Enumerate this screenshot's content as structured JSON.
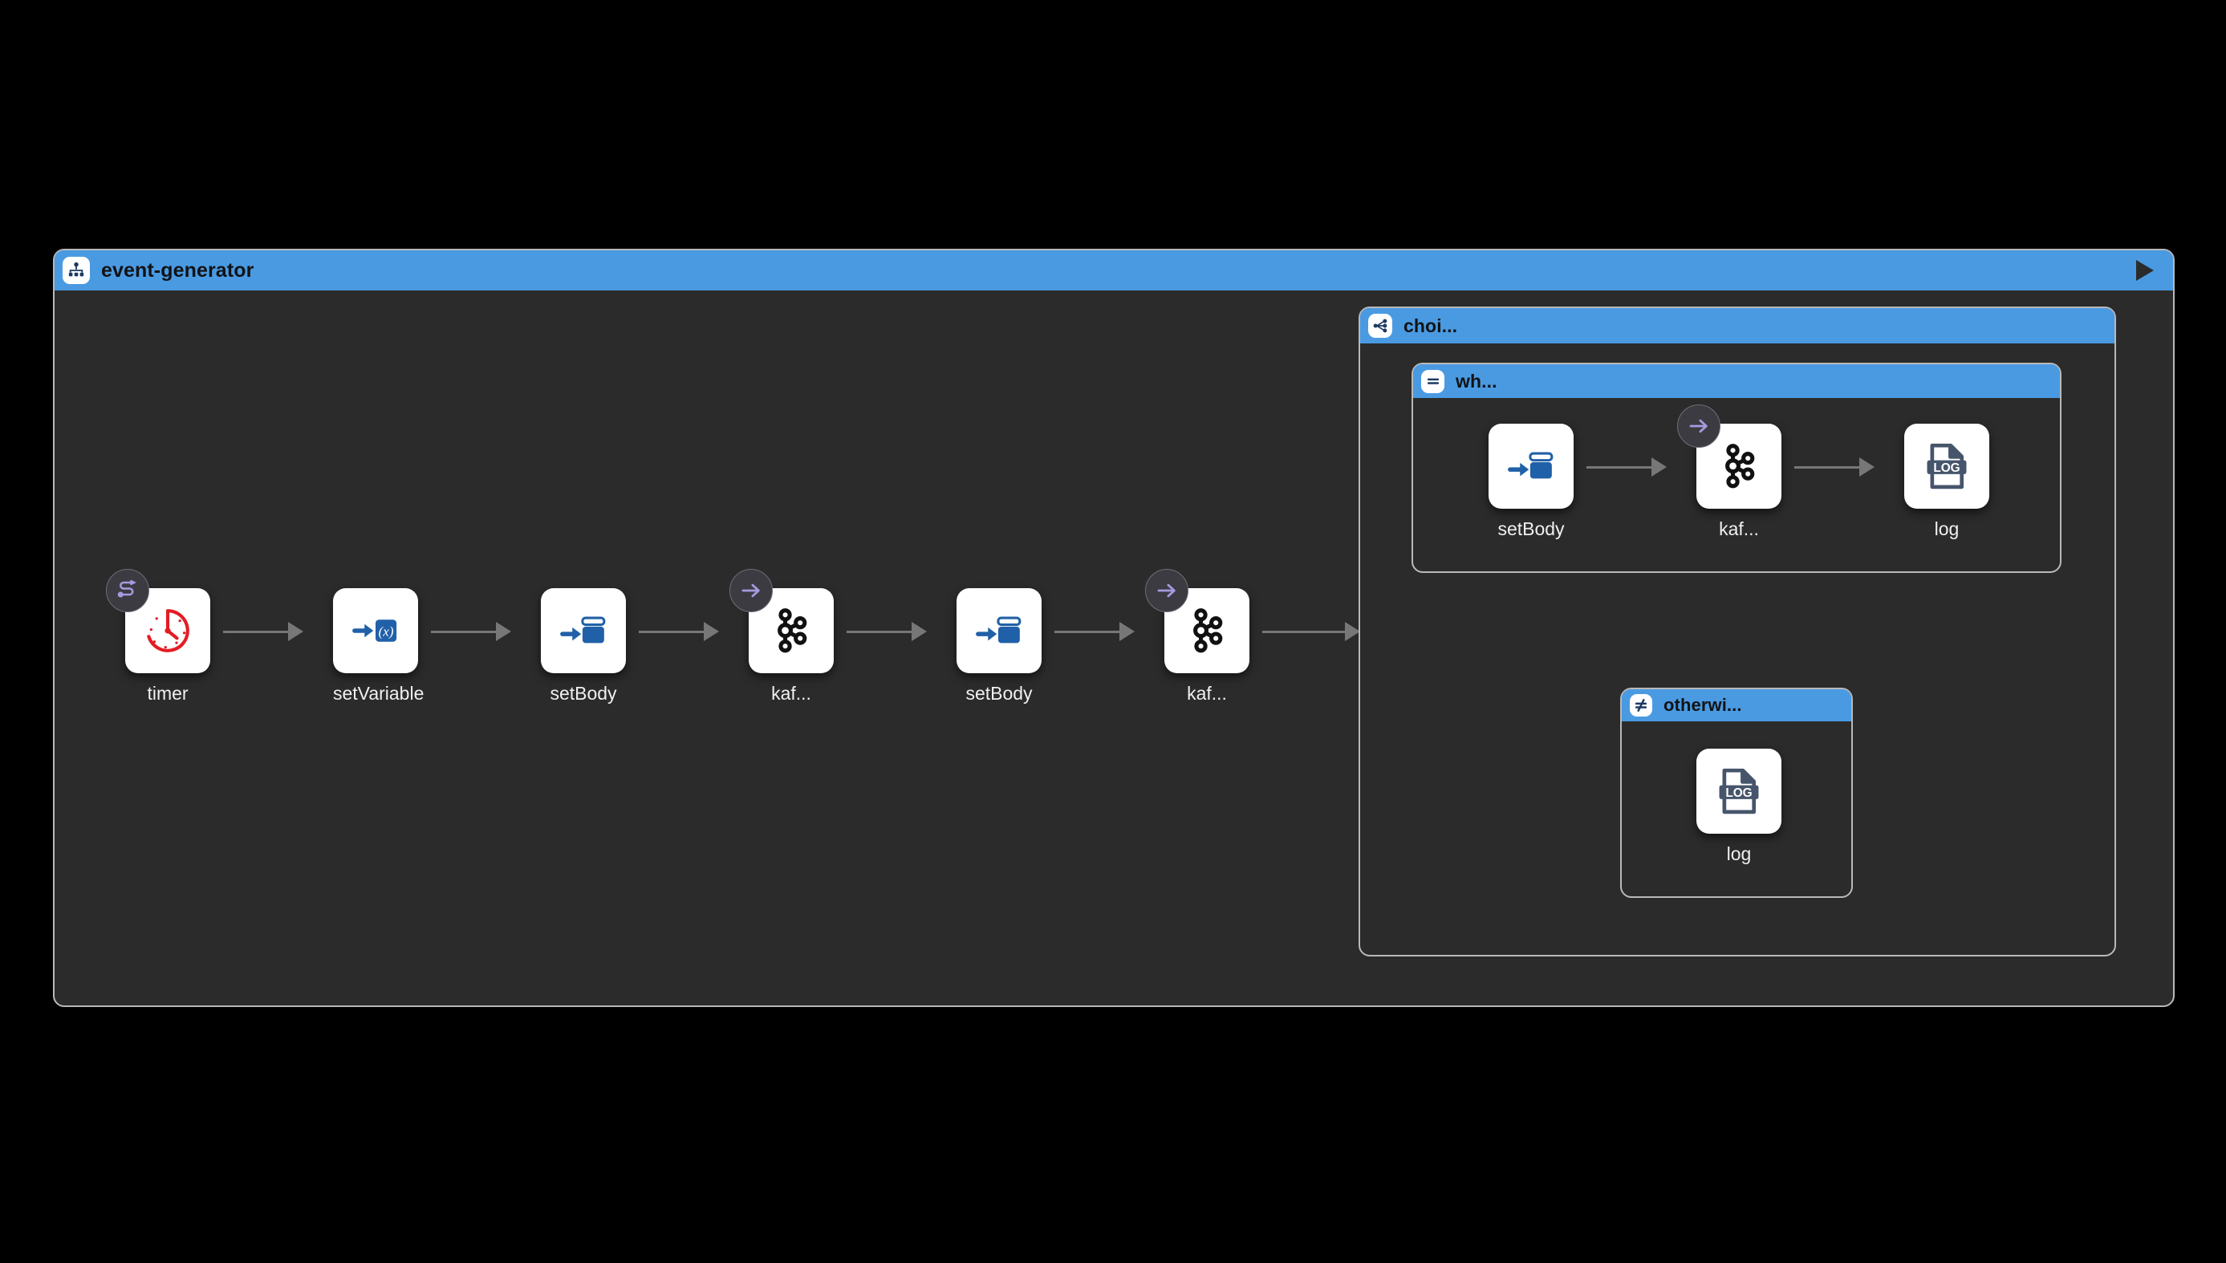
{
  "route": {
    "title": "event-generator",
    "icon": "route-icon",
    "play_label": "play-icon",
    "header_color": "#4a9ae2",
    "panel_color": "#2b2b2b",
    "border_color": "#b9b9b9"
  },
  "choice": {
    "title": "choi...",
    "icon": "choice-branch-icon"
  },
  "when": {
    "title": "wh...",
    "icon": "equals-icon"
  },
  "otherwise": {
    "title": "otherwi...",
    "icon": "not-equals-icon"
  },
  "main_flow": {
    "nodes": [
      {
        "label": "timer",
        "icon": "timer-clock-icon",
        "badge": "route-badge-icon"
      },
      {
        "label": "setVariable",
        "icon": "set-variable-icon",
        "badge": null
      },
      {
        "label": "setBody",
        "icon": "set-body-icon",
        "badge": null
      },
      {
        "label": "kaf...",
        "icon": "kafka-icon",
        "badge": "endpoint-arrow-badge-icon"
      },
      {
        "label": "setBody",
        "icon": "set-body-icon",
        "badge": null
      },
      {
        "label": "kaf...",
        "icon": "kafka-icon",
        "badge": "endpoint-arrow-badge-icon"
      }
    ]
  },
  "when_flow": {
    "nodes": [
      {
        "label": "setBody",
        "icon": "set-body-icon",
        "badge": null
      },
      {
        "label": "kaf...",
        "icon": "kafka-icon",
        "badge": "endpoint-arrow-badge-icon"
      },
      {
        "label": "log",
        "icon": "log-icon",
        "badge": null
      }
    ]
  },
  "otherwise_flow": {
    "nodes": [
      {
        "label": "log",
        "icon": "log-icon",
        "badge": null
      }
    ]
  },
  "colors": {
    "accent_blue": "#4a9ae2",
    "node_blue": "#2060a8",
    "timer_red": "#e31c23",
    "log_slate": "#46556b",
    "badge_purple": "#a89ae0",
    "edge_gray": "#777777"
  }
}
